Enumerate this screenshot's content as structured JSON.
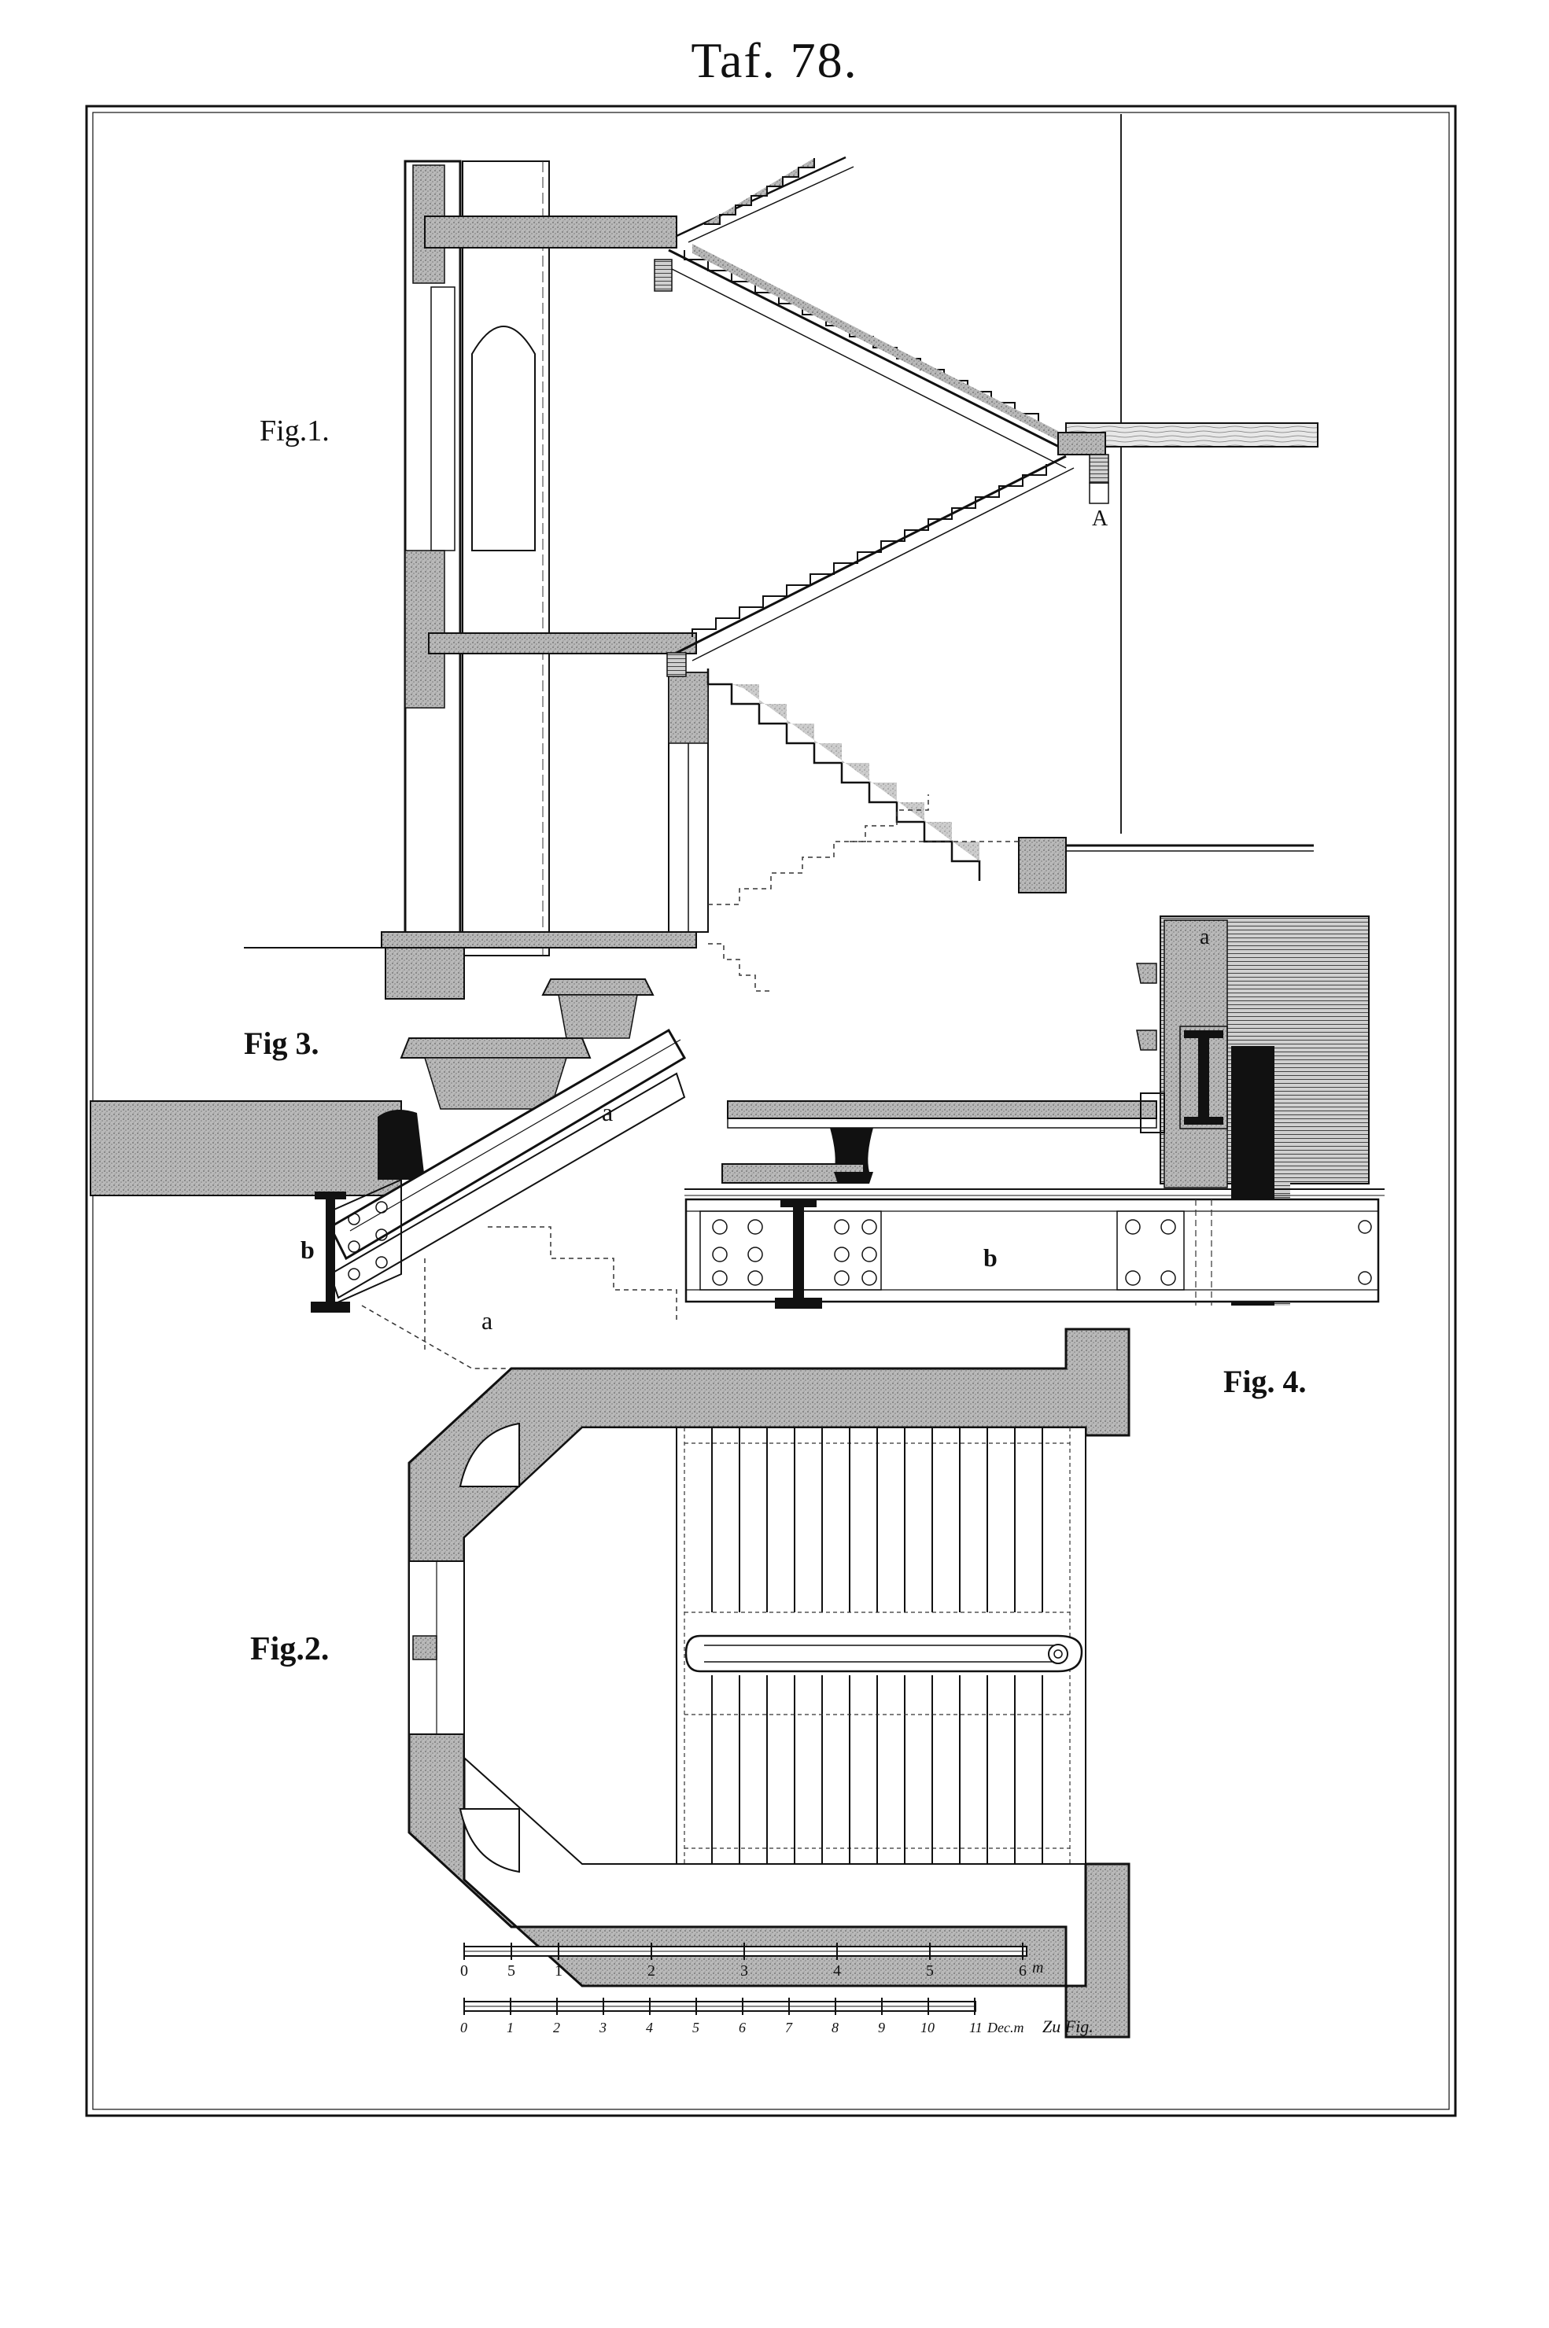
{
  "plate": {
    "title": "Taf. 78.",
    "figures": {
      "fig1": "Fig.1.",
      "fig2": "Fig.2.",
      "fig3": "Fig 3.",
      "fig4": "Fig. 4."
    },
    "point_labels": {
      "A": "A",
      "a_fig3_beam": "a",
      "a_fig3_lower": "a",
      "b_fig3": "b",
      "b_fig4": "b",
      "a_fig4": "a"
    },
    "scale_top": {
      "ticks": [
        "0",
        "5",
        "1",
        "2",
        "3",
        "4",
        "5",
        "6"
      ],
      "unit": "m"
    },
    "scale_bottom": {
      "ticks": [
        "0",
        "1",
        "2",
        "3",
        "4",
        "5",
        "6",
        "7",
        "8",
        "9",
        "10",
        "11"
      ],
      "unit": "Dec.m",
      "caption": "Zu Fig."
    }
  }
}
